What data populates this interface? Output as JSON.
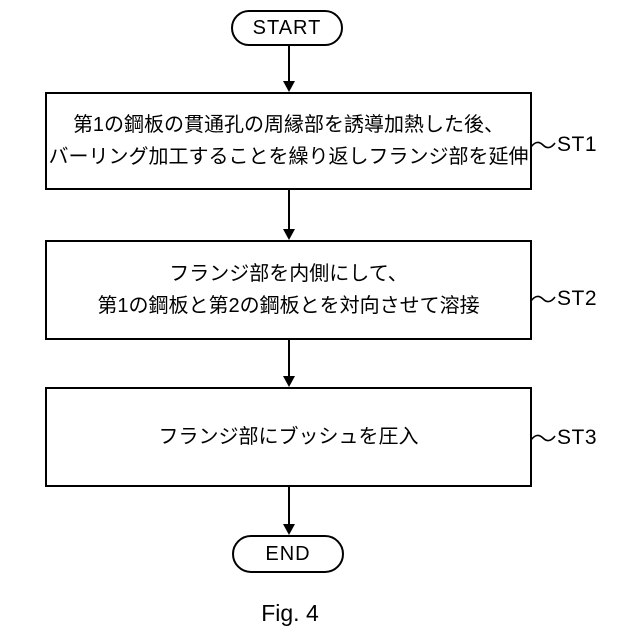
{
  "diagram": {
    "type": "flowchart",
    "start_label": "START",
    "end_label": "END",
    "steps": [
      {
        "id": "ST1",
        "lines": [
          "第1の鋼板の貫通孔の周縁部を誘導加熱した後、",
          "バーリング加工することを繰り返しフランジ部を延伸"
        ]
      },
      {
        "id": "ST2",
        "lines": [
          "フランジ部を内側にして、",
          "第1の鋼板と第2の鋼板とを対向させて溶接"
        ]
      },
      {
        "id": "ST3",
        "lines": [
          "フランジ部にブッシュを圧入"
        ]
      }
    ],
    "caption": "Fig. 4",
    "colors": {
      "line": "#000000",
      "background": "#ffffff"
    }
  }
}
